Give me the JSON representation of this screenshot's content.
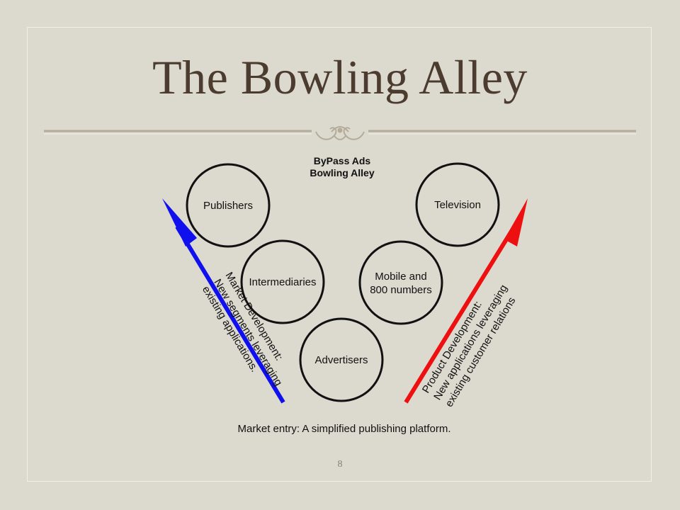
{
  "slide": {
    "title": "The Bowling Alley",
    "page_number": "8"
  },
  "diagram": {
    "heading_line1": "ByPass Ads",
    "heading_line2": "Bowling Alley",
    "nodes": {
      "publishers": "Publishers",
      "intermediaries": "Intermediaries",
      "advertisers": "Advertisers",
      "mobile_line1": "Mobile and",
      "mobile_line2": "800 numbers",
      "television": "Television"
    },
    "left_arrow": {
      "line1": "Market Development:",
      "line2": "New segments leveraging",
      "line3": "existing applications.",
      "color": "#1010ee"
    },
    "right_arrow": {
      "line1": "Product Development:",
      "line2": "New applications leveraging",
      "line3": "existing customer relations",
      "color": "#ee1010"
    },
    "market_entry": "Market entry: A simplified publishing platform."
  }
}
